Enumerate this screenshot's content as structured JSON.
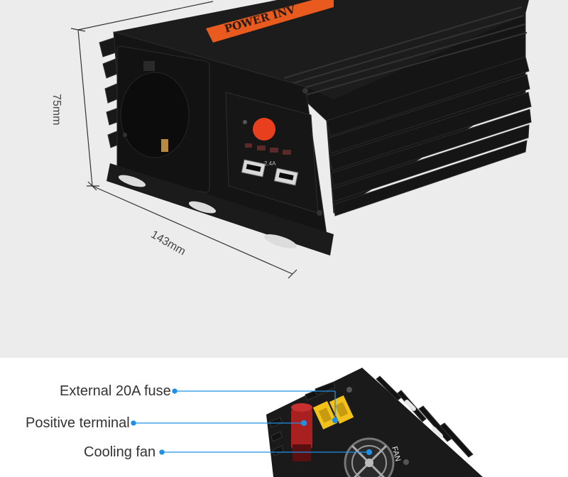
{
  "dimensions": {
    "height": "75mm",
    "width": "143mm"
  },
  "product": {
    "label_text": "POWER INV",
    "usb_rating": "2.4A",
    "fan_marking": "FAN"
  },
  "callouts": [
    {
      "label": "External 20A fuse"
    },
    {
      "label": "Positive terminal"
    },
    {
      "label": "Cooling fan"
    }
  ],
  "colors": {
    "accent_callout": "#1e90e6",
    "label_orange": "#e85a1e",
    "button_red": "#e8401e",
    "terminal_red": "#a82020",
    "fuse_yellow": "#f2c21a",
    "body_black": "#1a1a1a"
  }
}
